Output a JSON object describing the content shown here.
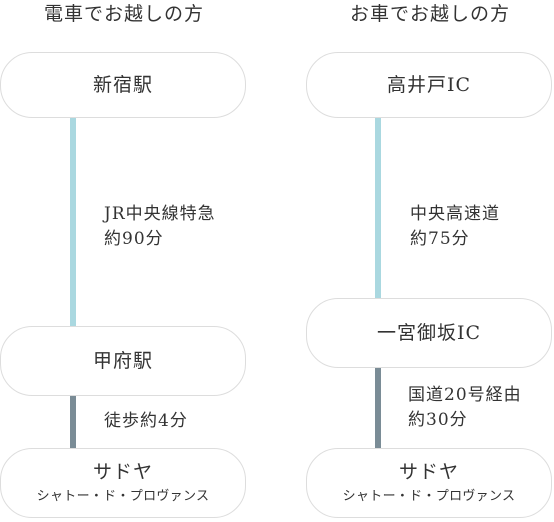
{
  "train": {
    "heading": "電車でお越しの方",
    "nodes": {
      "start": "新宿駅",
      "transfer": "甲府駅",
      "destination": {
        "name": "サドヤ",
        "subtitle": "シャトー・ド・プロヴァンス"
      }
    },
    "segments": [
      {
        "line1": "JR中央線特急",
        "line2": "約90分",
        "color": "#aad8e0"
      },
      {
        "line1": "徒歩約4分",
        "color": "#7a8c96"
      }
    ]
  },
  "car": {
    "heading": "お車でお越しの方",
    "nodes": {
      "start": "高井戸IC",
      "transfer": "一宮御坂IC",
      "destination": {
        "name": "サドヤ",
        "subtitle": "シャトー・ド・プロヴァンス"
      }
    },
    "segments": [
      {
        "line1": "中央高速道",
        "line2": "約75分",
        "color": "#aad8e0"
      },
      {
        "line1": "国道20号経由",
        "line2": "約30分",
        "color": "#7a8c96"
      }
    ]
  }
}
